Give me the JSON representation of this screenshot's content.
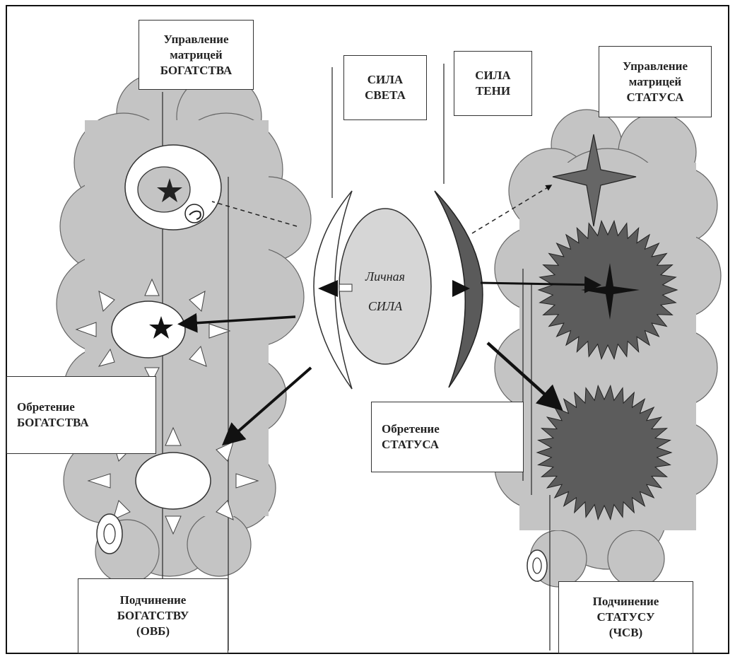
{
  "labels": {
    "wealth_control": [
      "Управление",
      "матрицей",
      "БОГАТСТВА"
    ],
    "light_power": [
      "СИЛА",
      "СВЕТА"
    ],
    "shadow_power": [
      "СИЛА",
      "ТЕНИ"
    ],
    "status_control": [
      "Управление",
      "матрицей",
      "СТАТУСА"
    ],
    "wealth_gain": [
      "Обретение",
      "БОГАТСТВА"
    ],
    "status_gain": [
      "Обретение",
      "СТАТУСА"
    ],
    "wealth_submission": [
      "Подчинение",
      "БОГАТСТВУ",
      "(ОВБ)"
    ],
    "status_submission": [
      "Подчинение",
      "СТАТУСУ",
      "(ЧСВ)"
    ],
    "personal_power": [
      "Личная",
      "СИЛА"
    ]
  },
  "colors": {
    "cloud": "#c4c4c4",
    "dark": "#555555",
    "line": "#222222",
    "white": "#ffffff"
  }
}
